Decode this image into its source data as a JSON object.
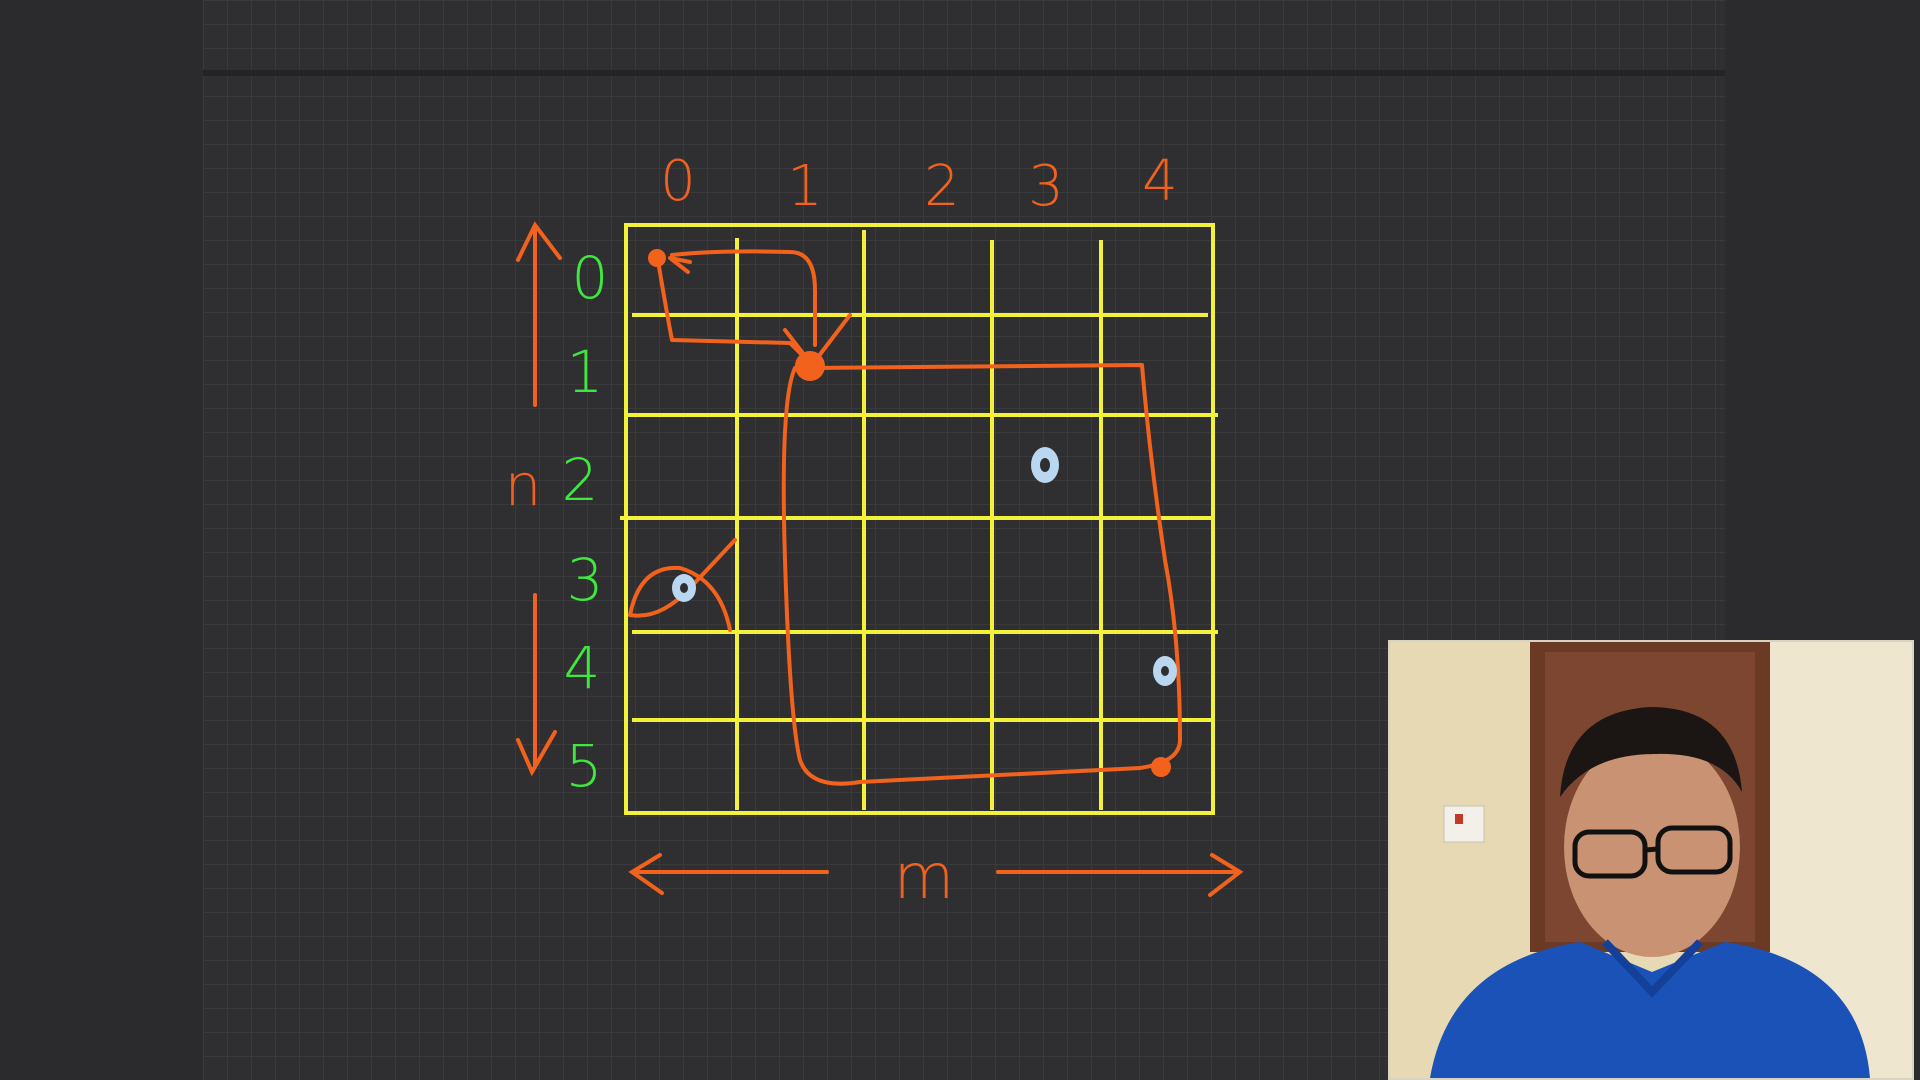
{
  "column_labels": [
    "0",
    "1",
    "2",
    "3",
    "4"
  ],
  "row_labels": [
    "0",
    "1",
    "2",
    "3",
    "4",
    "5"
  ],
  "row_dimension_label": "n",
  "column_dimension_label": "m",
  "colors": {
    "background": "#2f2f31",
    "grid": "#f2f23c",
    "ink_orange": "#f2621c",
    "ink_green": "#3ee83e",
    "obstacle": "#b9d7f0"
  },
  "webcam": {
    "description_icon": "presenter-video-icon"
  }
}
